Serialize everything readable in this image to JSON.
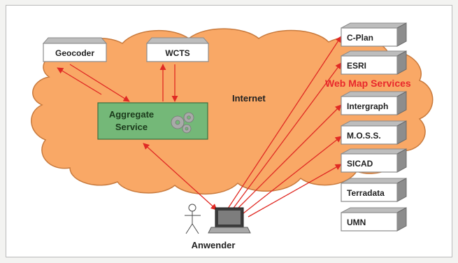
{
  "diagram": {
    "top_services": [
      {
        "key": "geocoder",
        "label": "Geocoder"
      },
      {
        "key": "wcts",
        "label": "WCTS"
      }
    ],
    "aggregate_service": {
      "line1": "Aggregate",
      "line2": "Service"
    },
    "cloud_label": "Internet",
    "wms_group_label": "Web Map Services",
    "wms_servers": [
      "C-Plan",
      "ESRI",
      "Intergraph",
      "M.O.S.S.",
      "SICAD",
      "Terradata",
      "UMN"
    ],
    "user_label": "Anwender"
  },
  "colors": {
    "cloud_fill": "#f9a866",
    "cloud_stroke": "#c87a3d",
    "arrow": "#e02a24",
    "aggregate_fill": "#74b878",
    "box_face": "#ffffff",
    "box_top": "#bdbdbd"
  },
  "icons": [
    "gears-icon",
    "user-icon",
    "laptop-icon"
  ]
}
